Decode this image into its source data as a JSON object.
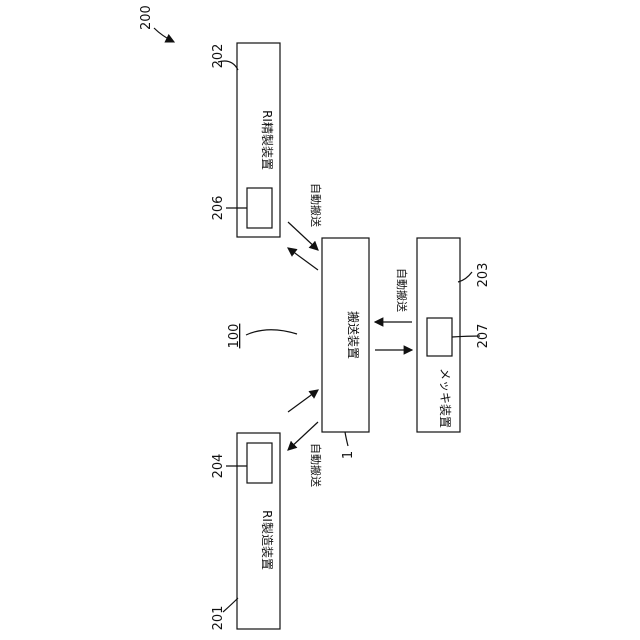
{
  "labels": {
    "system": "200",
    "refine": "RI精製装置",
    "produce": "RI製造装置",
    "transport": "搬送装置",
    "plating": "メッキ装置",
    "auto_top": "自動搬送",
    "auto_right": "自動搬送",
    "auto_bottom": "自動搬送",
    "ref_100": "100",
    "ref_202": "202",
    "ref_206": "206",
    "ref_204": "204",
    "ref_201": "201",
    "ref_1": "1",
    "ref_203": "203",
    "ref_207": "207"
  }
}
